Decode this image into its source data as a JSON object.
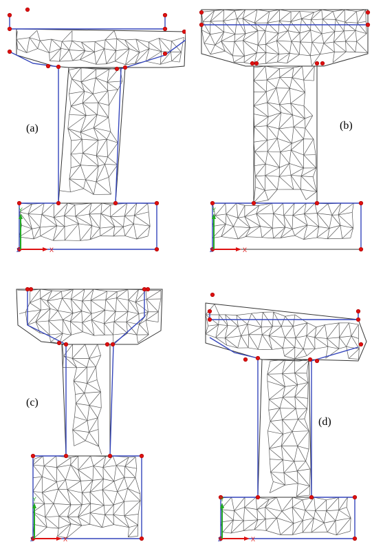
{
  "panels": [
    {
      "id": "a",
      "label": "(a)"
    },
    {
      "id": "b",
      "label": "(b)"
    },
    {
      "id": "c",
      "label": "(c)"
    },
    {
      "id": "d",
      "label": "(d)"
    }
  ],
  "axis": {
    "x_label": "X",
    "y_label": "Y",
    "z_label": "Z"
  },
  "colors": {
    "mesh": "#555555",
    "outline": "#333333",
    "boundary": "#3344bb",
    "node": "#dd1111",
    "axis_x": "#dd1111",
    "axis_y": "#22aa22",
    "axis_z": "#3344bb"
  }
}
